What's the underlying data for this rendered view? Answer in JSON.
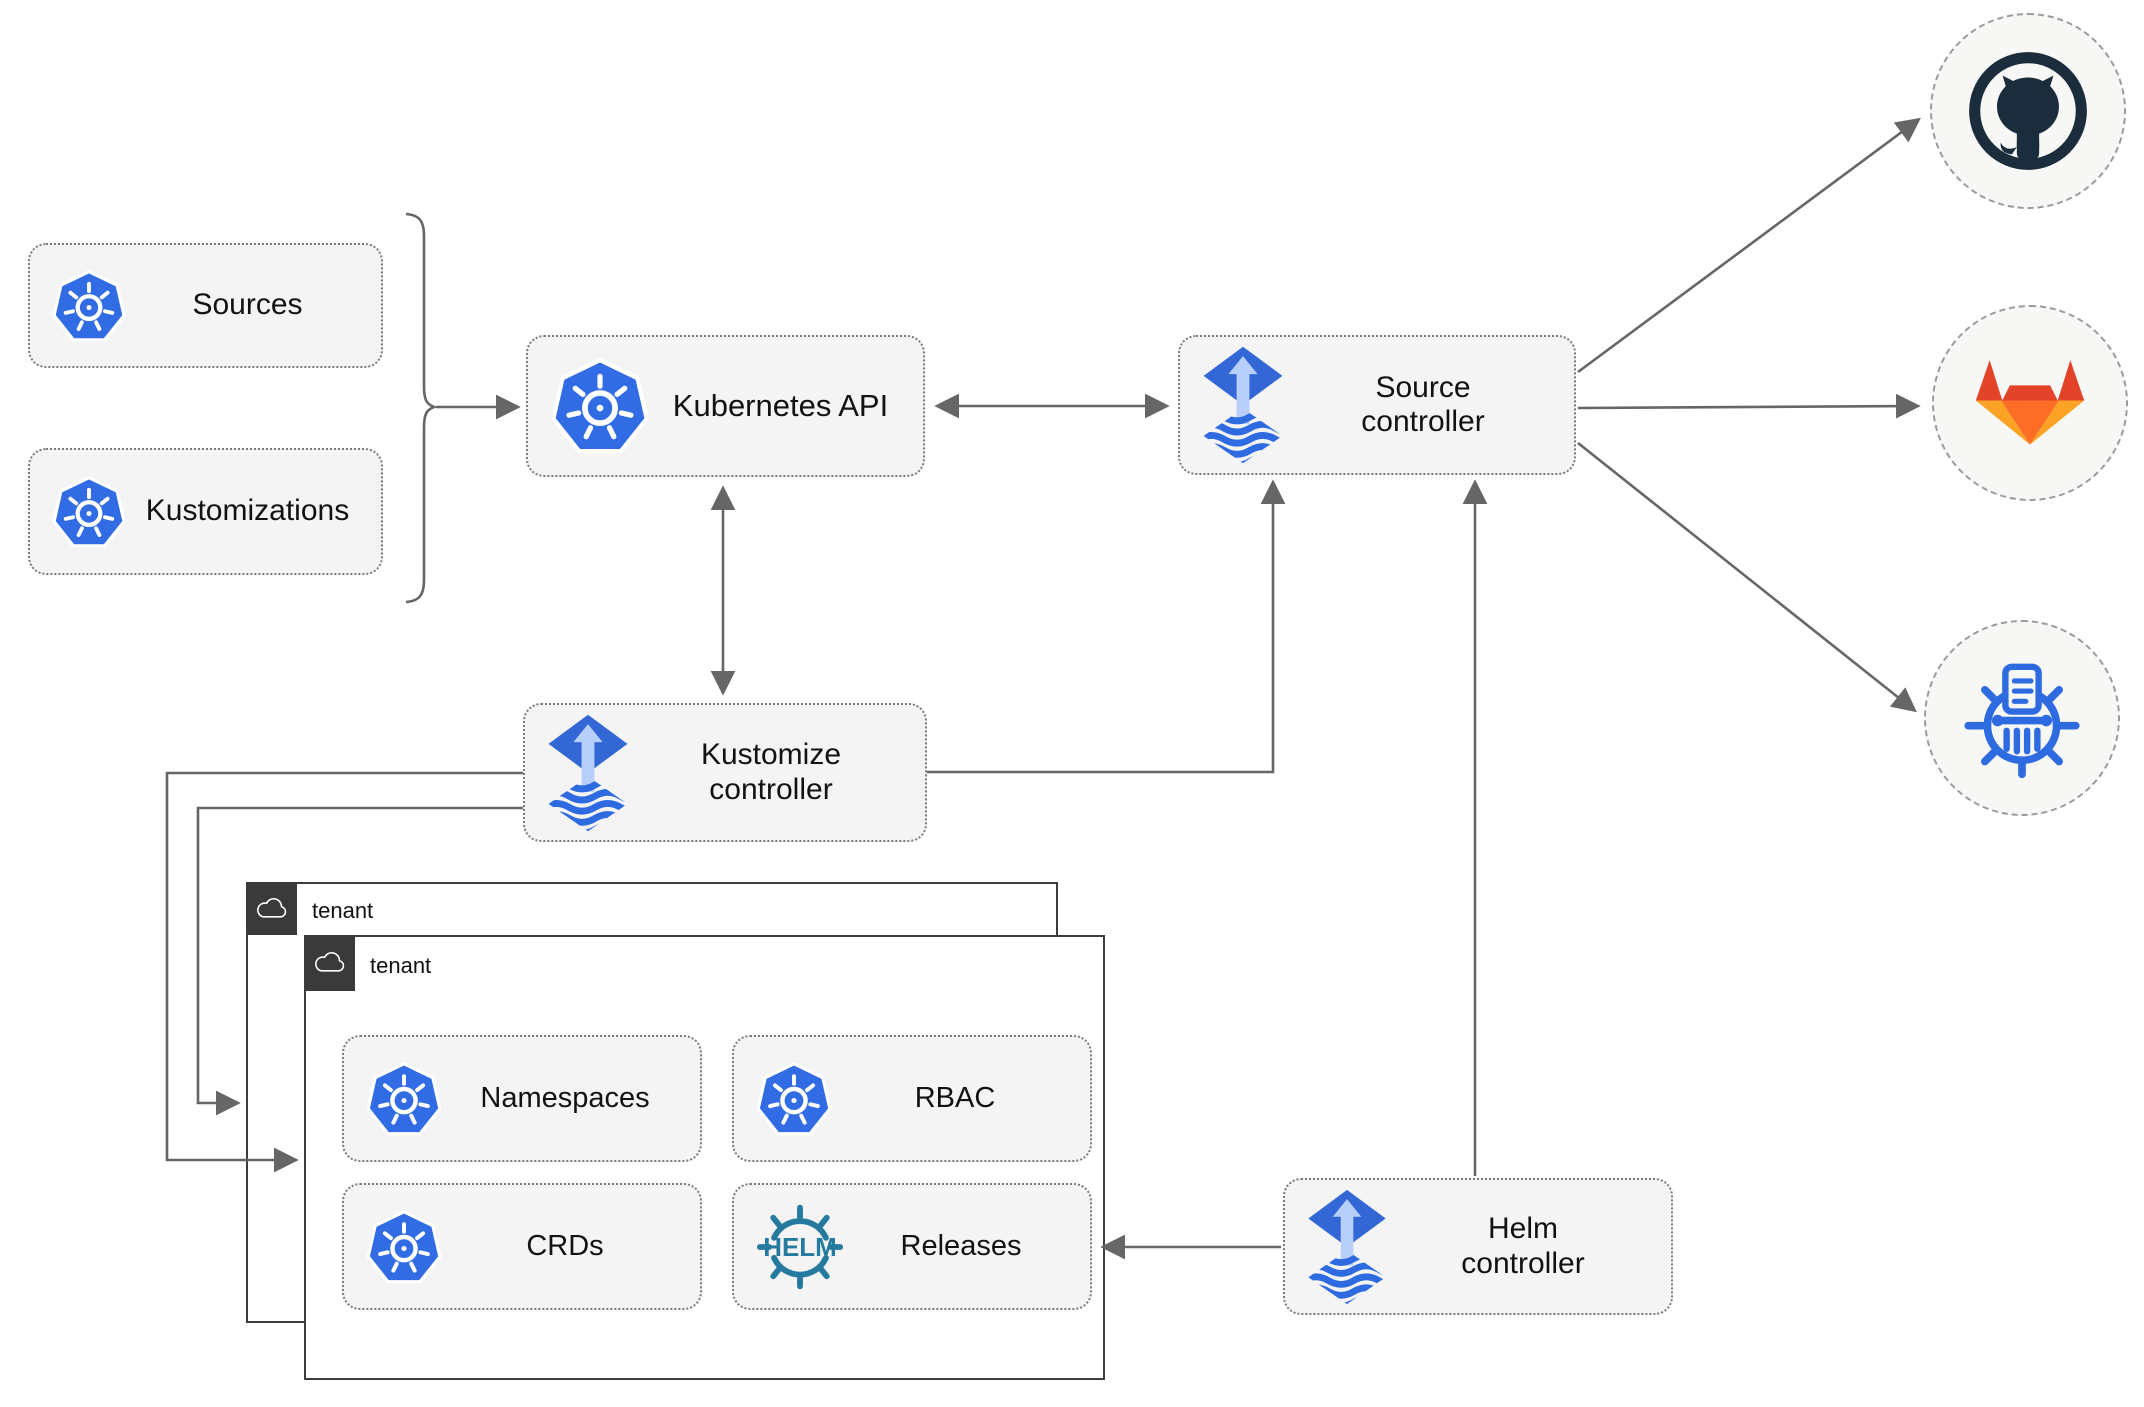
{
  "diagram": {
    "left_group": {
      "sources": {
        "label": "Sources",
        "icon": "kubernetes-icon"
      },
      "kustomizations": {
        "label": "Kustomizations",
        "icon": "kubernetes-icon"
      }
    },
    "kubernetes_api": {
      "label": "Kubernetes API",
      "icon": "kubernetes-icon"
    },
    "controllers": {
      "source": {
        "label": "Source controller",
        "icon": "flux-icon"
      },
      "kustomize": {
        "label": "Kustomize controller",
        "icon": "flux-icon"
      },
      "helm": {
        "label": "Helm controller",
        "icon": "flux-icon"
      }
    },
    "tenant_back": {
      "label": "tenant",
      "icon": "cloud-icon"
    },
    "tenant_front": {
      "label": "tenant",
      "icon": "cloud-icon",
      "items": {
        "namespaces": {
          "label": "Namespaces",
          "icon": "kubernetes-icon"
        },
        "rbac": {
          "label": "RBAC",
          "icon": "kubernetes-icon"
        },
        "crds": {
          "label": "CRDs",
          "icon": "kubernetes-icon"
        },
        "releases": {
          "label": "Releases",
          "icon": "helm-icon",
          "icon_text": "HELM"
        }
      }
    },
    "external_targets": [
      {
        "icon": "github-icon"
      },
      {
        "icon": "gitlab-icon"
      },
      {
        "icon": "helm-repository-icon"
      }
    ],
    "colors": {
      "kubernetes_blue": "#326ce5",
      "flux_blue": "#3367d6",
      "flux_arrow_light": "#b9cffb",
      "helm_teal": "#277a9f",
      "github_dark": "#1b2d3c",
      "gitlab_red": "#e24329",
      "gitlab_orange": "#fc6d26",
      "gitlab_yellow": "#fca326",
      "connector_gray": "#666666",
      "node_fill": "#f4f4f4",
      "tenant_header_dark": "#3a3a3a"
    }
  }
}
